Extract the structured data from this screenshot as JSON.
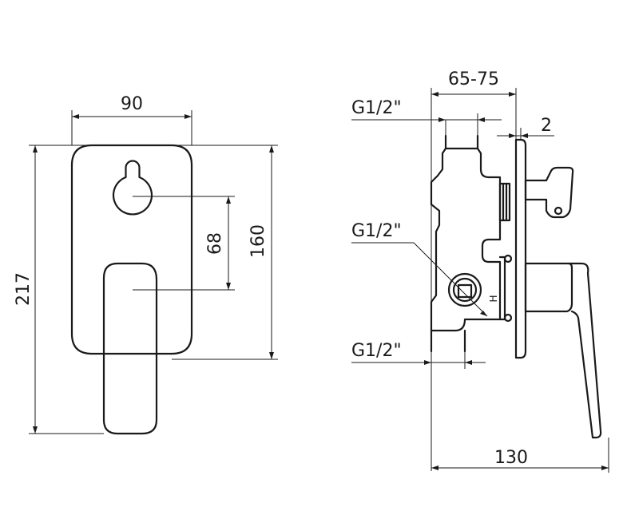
{
  "front_view": {
    "width_label": "90",
    "total_height_label": "217",
    "plate_height_label": "160",
    "spacing_label": "68"
  },
  "side_view": {
    "depth_range_label": "65-75",
    "plate_thickness_label": "2",
    "connection_top_label": "G1/2\"",
    "connection_middle_label": "G1/2\"",
    "connection_bottom_label": "G1/2\"",
    "overall_depth_label": "130",
    "hot_marker": "H"
  }
}
